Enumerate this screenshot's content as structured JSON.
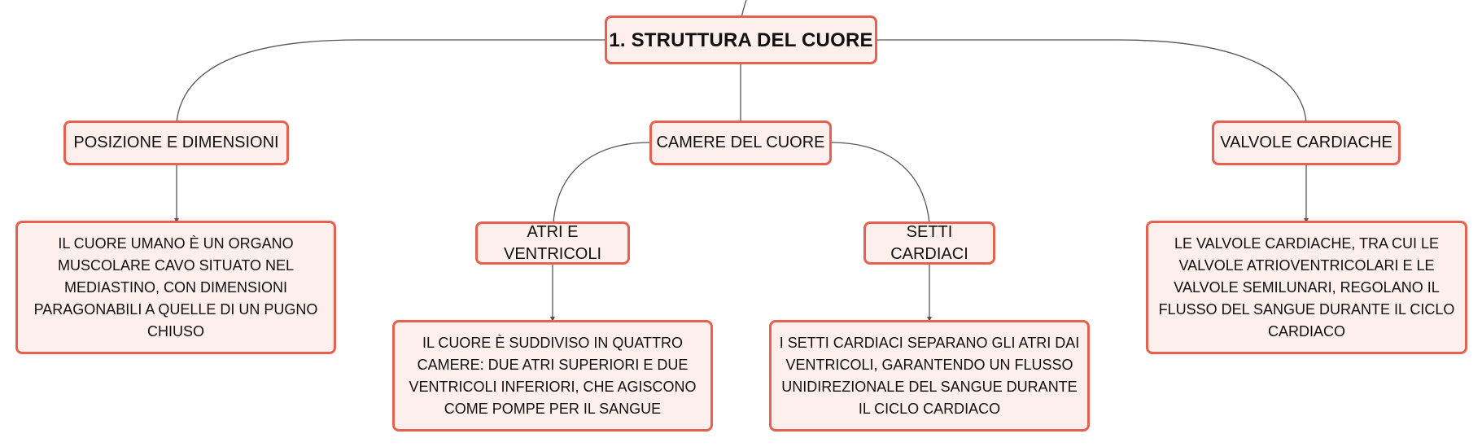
{
  "colors": {
    "node_fill": "#fdefec",
    "node_border": "#e8604f",
    "connector": "#555555",
    "text": "#111111"
  },
  "root": {
    "label": "1. STRUTTURA DEL CUORE"
  },
  "branches": [
    {
      "label": "POSIZIONE E DIMENSIONI",
      "description": "IL CUORE UMANO È UN ORGANO MUSCOLARE CAVO SITUATO NEL MEDIASTINO, CON DIMENSIONI PARAGONABILI A QUELLE DI UN PUGNO CHIUSO"
    },
    {
      "label": "CAMERE DEL CUORE",
      "children": [
        {
          "label": "ATRI E VENTRICOLI",
          "description": "IL CUORE È SUDDIVISO IN QUATTRO CAMERE: DUE ATRI SUPERIORI E DUE VENTRICOLI INFERIORI, CHE AGISCONO COME POMPE PER IL SANGUE"
        },
        {
          "label": "SETTI CARDIACI",
          "description": "I SETTI CARDIACI SEPARANO GLI ATRI DAI VENTRICOLI, GARANTENDO UN FLUSSO UNIDIREZIONALE DEL SANGUE DURANTE IL CICLO CARDIACO"
        }
      ]
    },
    {
      "label": "VALVOLE CARDIACHE",
      "description": "LE VALVOLE CARDIACHE, TRA CUI LE VALVOLE ATRIOVENTRICOLARI E LE VALVOLE SEMILUNARI, REGOLANO IL FLUSSO DEL SANGUE DURANTE IL CICLO CARDIACO"
    }
  ]
}
